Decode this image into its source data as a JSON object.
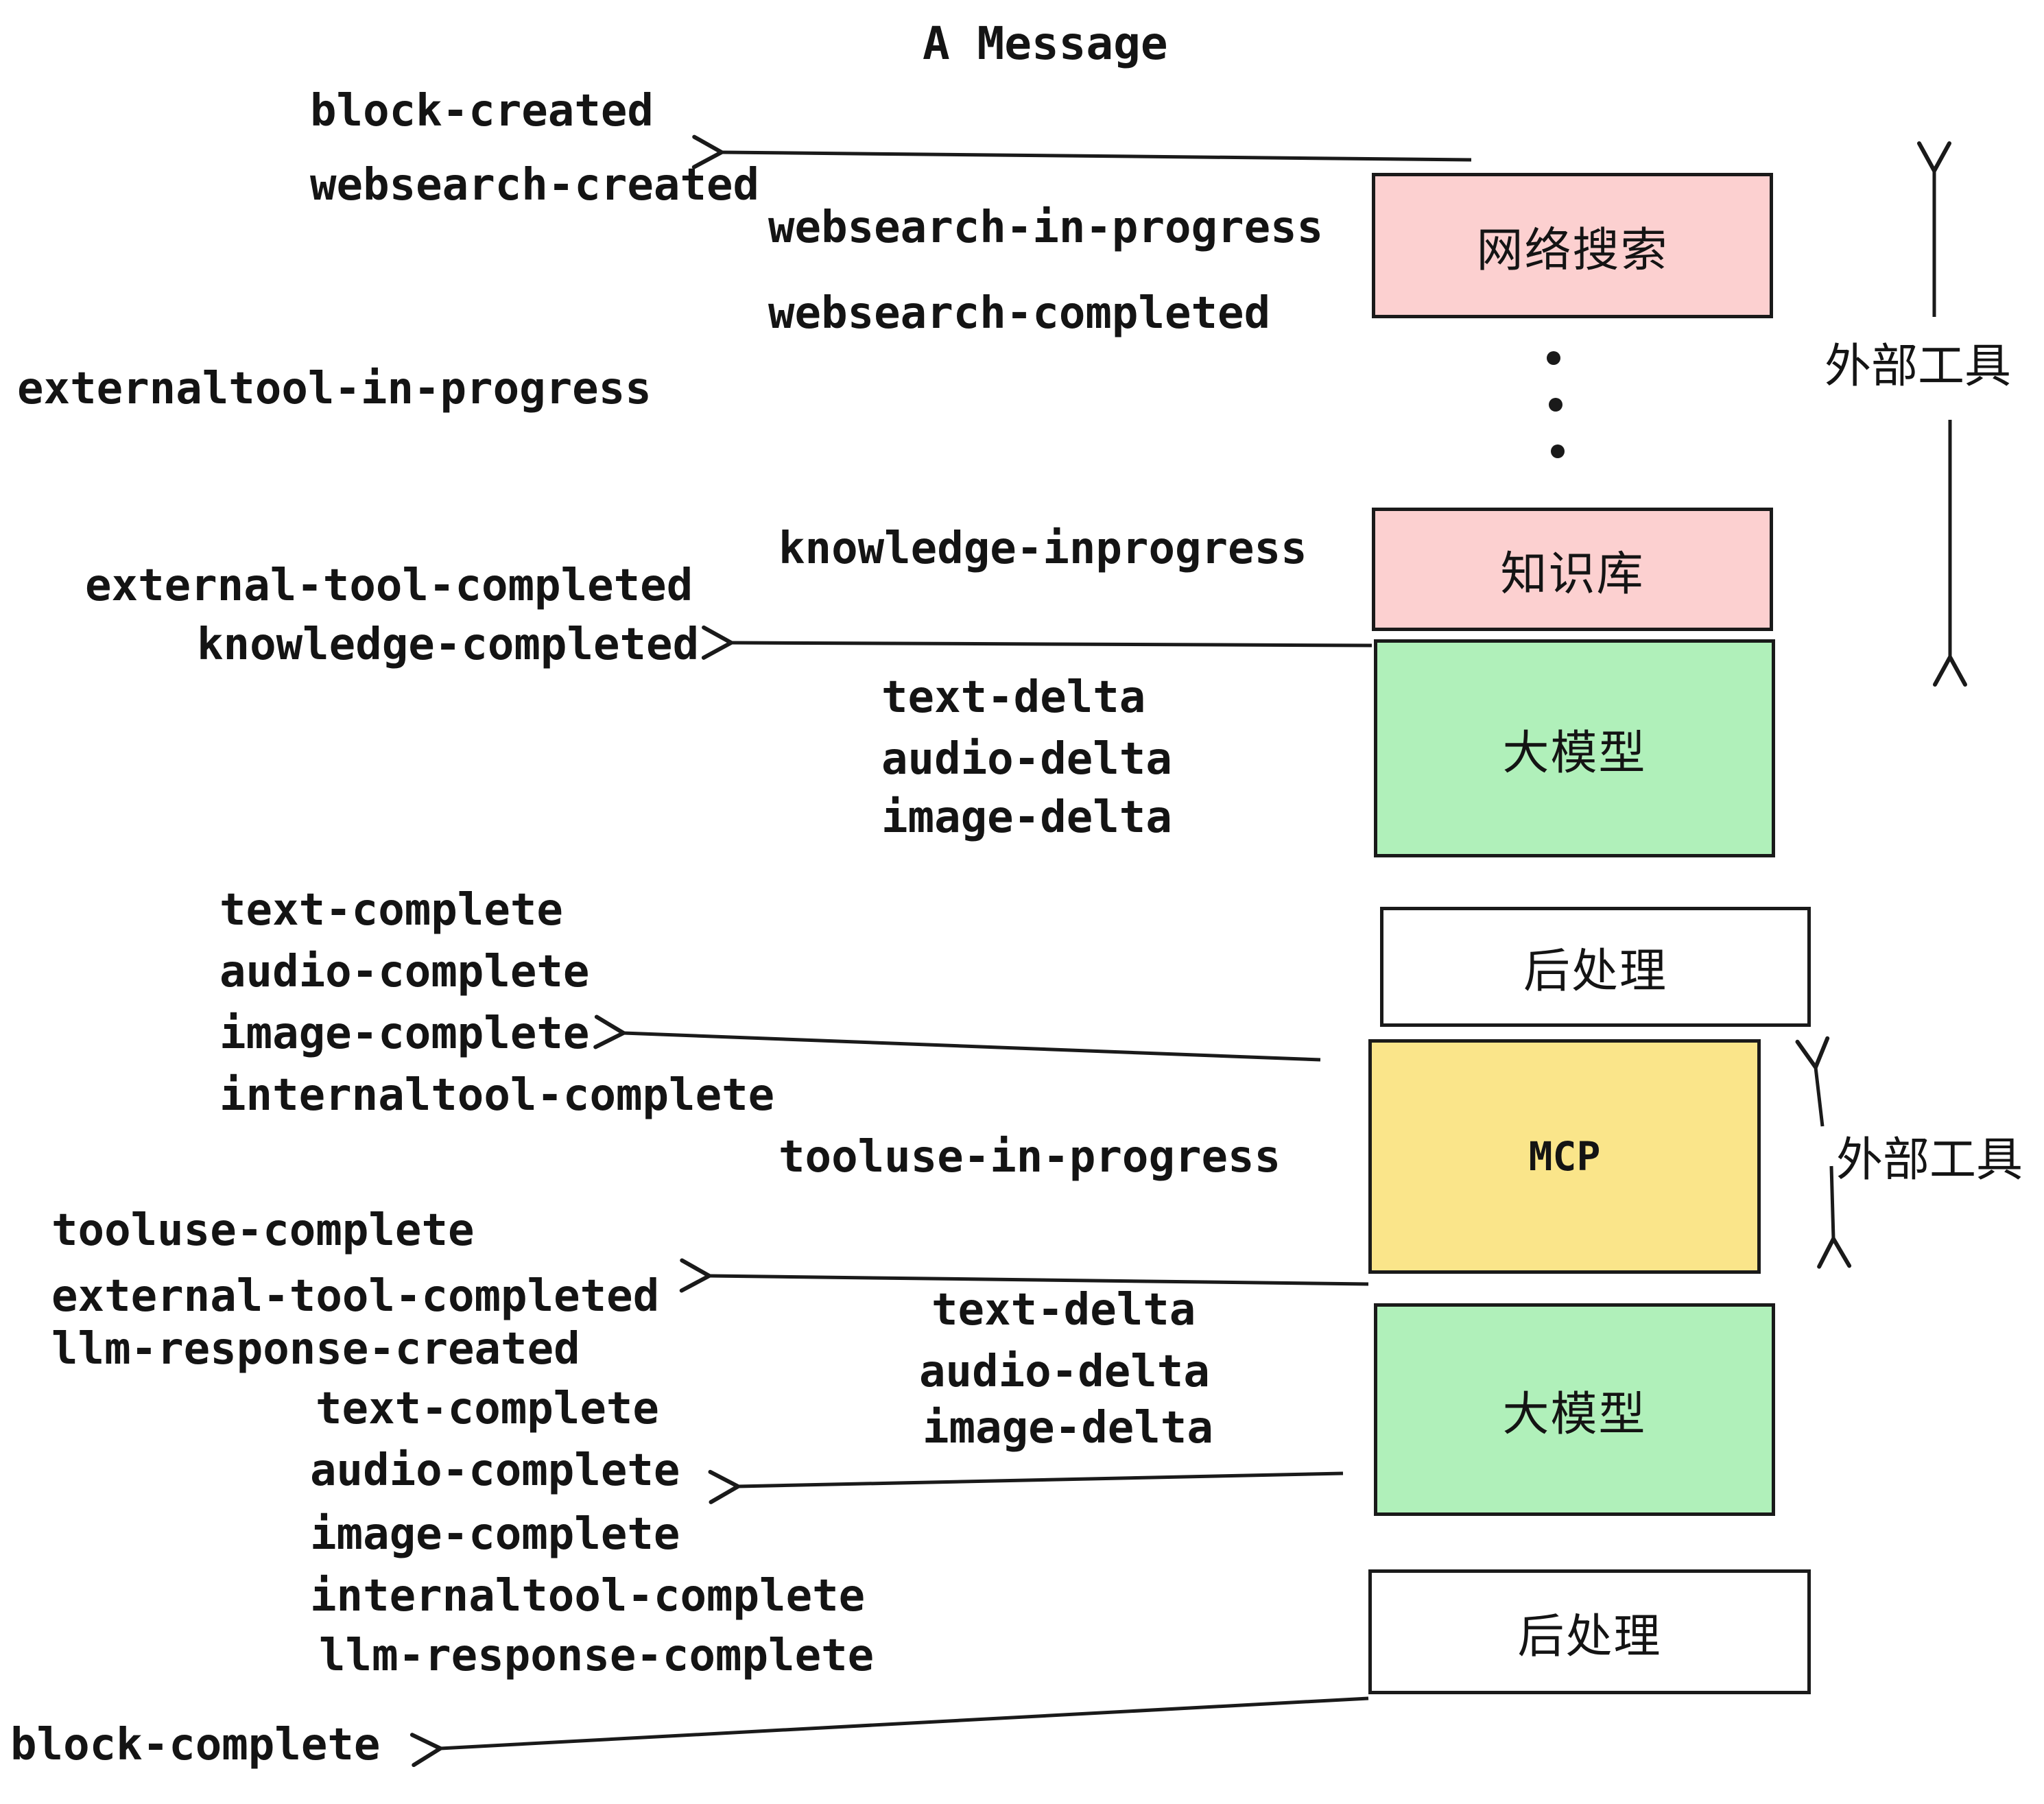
{
  "title": "A Message",
  "colors": {
    "pink": "#fcd0d0",
    "green": "#b0f0ba",
    "yellow": "#fae58a",
    "white": "#ffffff",
    "line": "#1a1a1a",
    "ink": "#141414"
  },
  "boxes": [
    {
      "label": "网络搜索",
      "color": "#fcd0d0"
    },
    {
      "label": "知识库",
      "color": "#fcd0d0"
    },
    {
      "label": "大模型",
      "color": "#b0f0ba"
    },
    {
      "label": "后处理",
      "color": "#ffffff"
    },
    {
      "label": "MCP",
      "color": "#fae58a"
    },
    {
      "label": "大模型",
      "color": "#b0f0ba"
    },
    {
      "label": "后处理",
      "color": "#ffffff"
    }
  ],
  "side_labels": [
    {
      "text": "外部工具"
    },
    {
      "text": "外部工具"
    }
  ],
  "events": [
    {
      "text": "block-created"
    },
    {
      "text": "websearch-created"
    },
    {
      "text": "websearch-in-progress"
    },
    {
      "text": "websearch-completed"
    },
    {
      "text": "externaltool-in-progress"
    },
    {
      "text": "knowledge-inprogress"
    },
    {
      "text": "external-tool-completed"
    },
    {
      "text": "knowledge-completed"
    },
    {
      "text": "text-delta"
    },
    {
      "text": "audio-delta"
    },
    {
      "text": "image-delta"
    },
    {
      "text": "text-complete"
    },
    {
      "text": "audio-complete"
    },
    {
      "text": "image-complete"
    },
    {
      "text": "internaltool-complete"
    },
    {
      "text": "tooluse-in-progress"
    },
    {
      "text": "tooluse-complete"
    },
    {
      "text": "external-tool-completed"
    },
    {
      "text": "llm-response-created"
    },
    {
      "text": "text-delta"
    },
    {
      "text": "audio-delta"
    },
    {
      "text": "image-delta"
    },
    {
      "text": "text-complete"
    },
    {
      "text": "audio-complete"
    },
    {
      "text": "image-complete"
    },
    {
      "text": "internaltool-complete"
    },
    {
      "text": "llm-response-complete"
    },
    {
      "text": "block-complete"
    }
  ]
}
